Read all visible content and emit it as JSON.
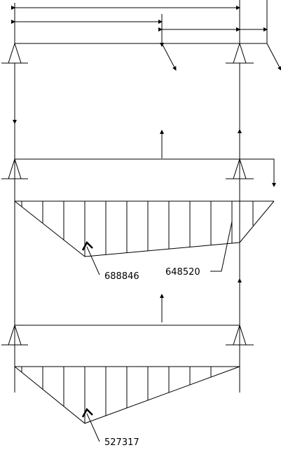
{
  "labels": {
    "moment_1": "688846",
    "moment_2": "648520",
    "moment_3": "527317"
  },
  "colors": {
    "line": "#000000",
    "background": "#ffffff"
  }
}
